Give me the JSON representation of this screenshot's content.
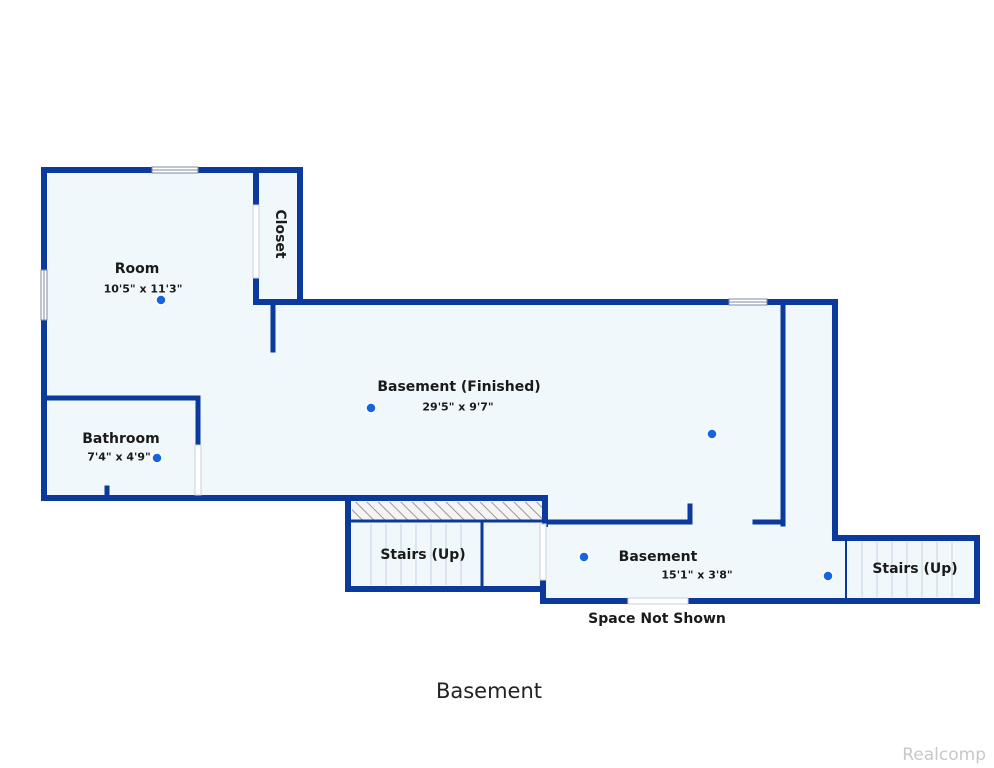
{
  "floor_title": "Basement",
  "watermark": "Realcomp",
  "colors": {
    "wall": "#0b3a9c",
    "floor": "#f0f8fb",
    "marker": "#1764e0"
  },
  "rooms": {
    "room": {
      "name": "Room",
      "dims": "10'5\" x 11'3\""
    },
    "closet": {
      "name": "Closet"
    },
    "basement_finished": {
      "name": "Basement (Finished)",
      "dims": "29'5\" x 9'7\""
    },
    "bathroom": {
      "name": "Bathroom",
      "dims": "7'4\" x 4'9\""
    },
    "stairs_left": {
      "name": "Stairs (Up)"
    },
    "basement": {
      "name": "Basement",
      "dims": "15'1\" x 3'8\""
    },
    "stairs_right": {
      "name": "Stairs (Up)"
    }
  },
  "note": "Space Not Shown"
}
